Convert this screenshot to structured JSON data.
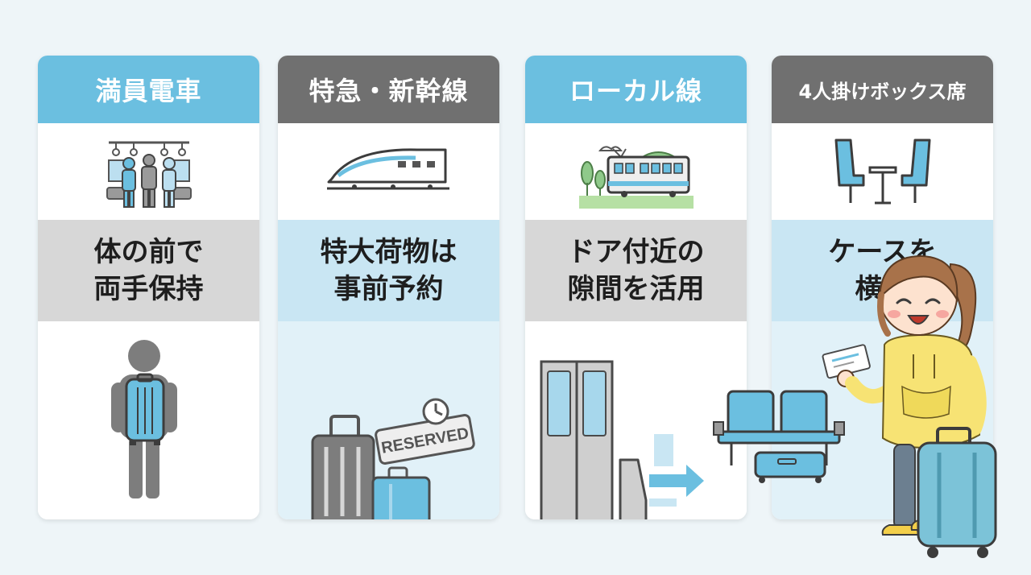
{
  "cards": [
    {
      "title": "満員電車",
      "tip_line1": "体の前で",
      "tip_line2": "両手保持",
      "icon": "crowded-train-icon",
      "illustration": "backpack-front-person-icon"
    },
    {
      "title": "特急・新幹線",
      "tip_line1": "特大荷物は",
      "tip_line2": "事前予約",
      "icon": "shinkansen-icon",
      "illustration": "reserved-luggage-icon",
      "reserved_stamp": "RESERVED"
    },
    {
      "title": "ローカル線",
      "tip_line1": "ドア付近の",
      "tip_line2": "隙間を活用",
      "icon": "local-train-icon",
      "illustration": "door-gap-seat-icon"
    },
    {
      "title": "4人掛けボックス席",
      "tip_line1": "ケースを",
      "tip_line2": "横倒",
      "icon": "box-seat-icon",
      "illustration": "traveler-girl-icon"
    }
  ],
  "colors": {
    "header_blue": "#6bbfe0",
    "header_gray": "#707070",
    "band_gray": "#d7d7d7",
    "band_blue": "#c9e6f3",
    "background": "#eef5f8"
  }
}
